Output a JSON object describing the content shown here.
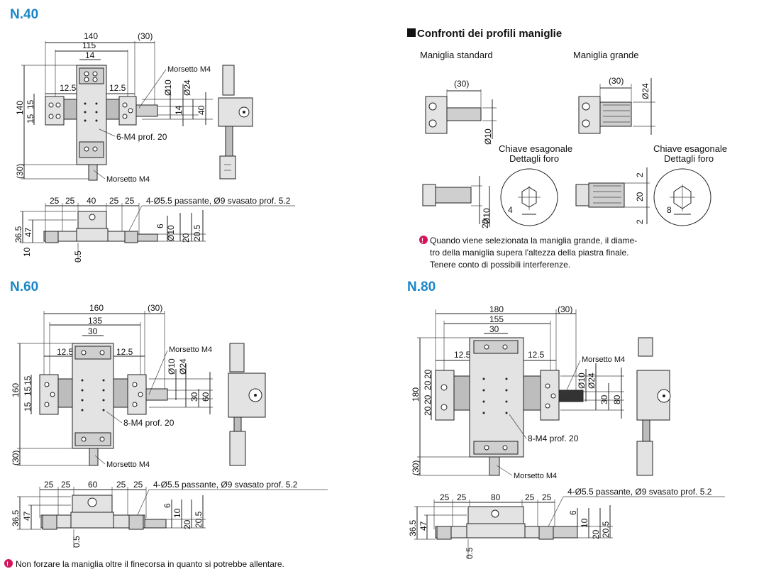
{
  "sections": {
    "n40": {
      "title": "N.40"
    },
    "n60": {
      "title": "N.60"
    },
    "n80": {
      "title": "N.80"
    }
  },
  "n40": {
    "top": {
      "d140": "140",
      "d30": "(30)",
      "d115": "115",
      "d14": "14",
      "d12_5a": "12.5",
      "d12_5b": "12.5",
      "phi10": "Ø10",
      "phi24": "Ø24",
      "d14v": "14",
      "d40": "40",
      "d140v": "140",
      "d15a": "15",
      "d15b": "15",
      "d30v": "(30)",
      "morsetto_top": "Morsetto M4",
      "morsetto_bottom": "Morsetto M4",
      "holes": "6-M4 prof. 20"
    },
    "front": {
      "d25a": "25",
      "d25b": "25",
      "d40": "40",
      "d25c": "25",
      "d25d": "25",
      "holes_note": "4-Ø5.5 passante, Ø9 svasato prof. 5.2",
      "d36_5": "36.5",
      "d47": "47",
      "d10": "10",
      "d0_5": "0.5",
      "phi10": "Ø10",
      "d6": "6",
      "d20": "20",
      "d20_5": "20.5"
    }
  },
  "n60": {
    "top": {
      "d160": "160",
      "d30": "(30)",
      "d135": "135",
      "d30b": "30",
      "d12_5a": "12.5",
      "d12_5b": "12.5",
      "phi10": "Ø10",
      "phi24": "Ø24",
      "d30v": "30",
      "d60": "60",
      "d160v": "160",
      "d15a": "15",
      "d15b": "15",
      "d15c": "15",
      "d30vv": "(30)",
      "morsetto_top": "Morsetto M4",
      "morsetto_bottom": "Morsetto M4",
      "holes": "8-M4 prof. 20"
    },
    "front": {
      "d25a": "25",
      "d25b": "25",
      "d60": "60",
      "d25c": "25",
      "d25d": "25",
      "holes_note": "4-Ø5.5 passante, Ø9 svasato prof. 5.2",
      "d36_5": "36.5",
      "d47": "47",
      "d0_5": "0.5",
      "d6": "6",
      "d10": "10",
      "d20": "20",
      "d20_5": "20.5"
    }
  },
  "n80": {
    "top": {
      "d180": "180",
      "d30": "(30)",
      "d155": "155",
      "d30b": "30",
      "d12_5a": "12.5",
      "d12_5b": "12.5",
      "phi10": "Ø10",
      "phi24": "Ø24",
      "d30v": "30",
      "d80": "80",
      "d180v": "180",
      "d20a": "20",
      "d20b": "20",
      "d20c": "20",
      "d20d": "20",
      "d30vv": "(30)",
      "morsetto_top": "Morsetto M4",
      "morsetto_bottom": "Morsetto M4",
      "holes": "8-M4 prof. 20"
    },
    "front": {
      "d25a": "25",
      "d25b": "25",
      "d80": "80",
      "d25c": "25",
      "d25d": "25",
      "holes_note": "4-Ø5.5 passante, Ø9 svasato prof. 5.2",
      "d36_5": "36.5",
      "d47": "47",
      "d0_5": "0.5",
      "d6": "6",
      "d10": "10",
      "d20": "20",
      "d20_5": "20.5"
    }
  },
  "confronti": {
    "title": "Confronti dei profili maniglie",
    "standard": "Maniglia standard",
    "grande": "Maniglia grande",
    "std_d30": "(30)",
    "std_phi10": "Ø10",
    "grd_d30": "(30)",
    "grd_phi24": "Ø24",
    "chiave1_line1": "Chiave esagonale",
    "chiave1_line2": "Dettagli foro",
    "chiave2_line1": "Chiave esagonale",
    "chiave2_line2": "Dettagli foro",
    "std_phi10b": "Ø10",
    "std_20": "20",
    "hex1_4": "4",
    "grd_2a": "2",
    "grd_20": "20",
    "grd_2b": "2",
    "hex2_8": "8",
    "warn_line1": "Quando viene selezionata la maniglia grande, il diame-",
    "warn_line2": "tro della maniglia supera l'altezza della piastra finale.",
    "warn_line3": "Tenere conto di possibili interferenze."
  },
  "footer_note": "Non forzare la maniglia oltre il finecorsa in quanto si potrebbe allentare.",
  "colors": {
    "section_title": "#1a86c8",
    "warning_icon": "#d4145a"
  }
}
